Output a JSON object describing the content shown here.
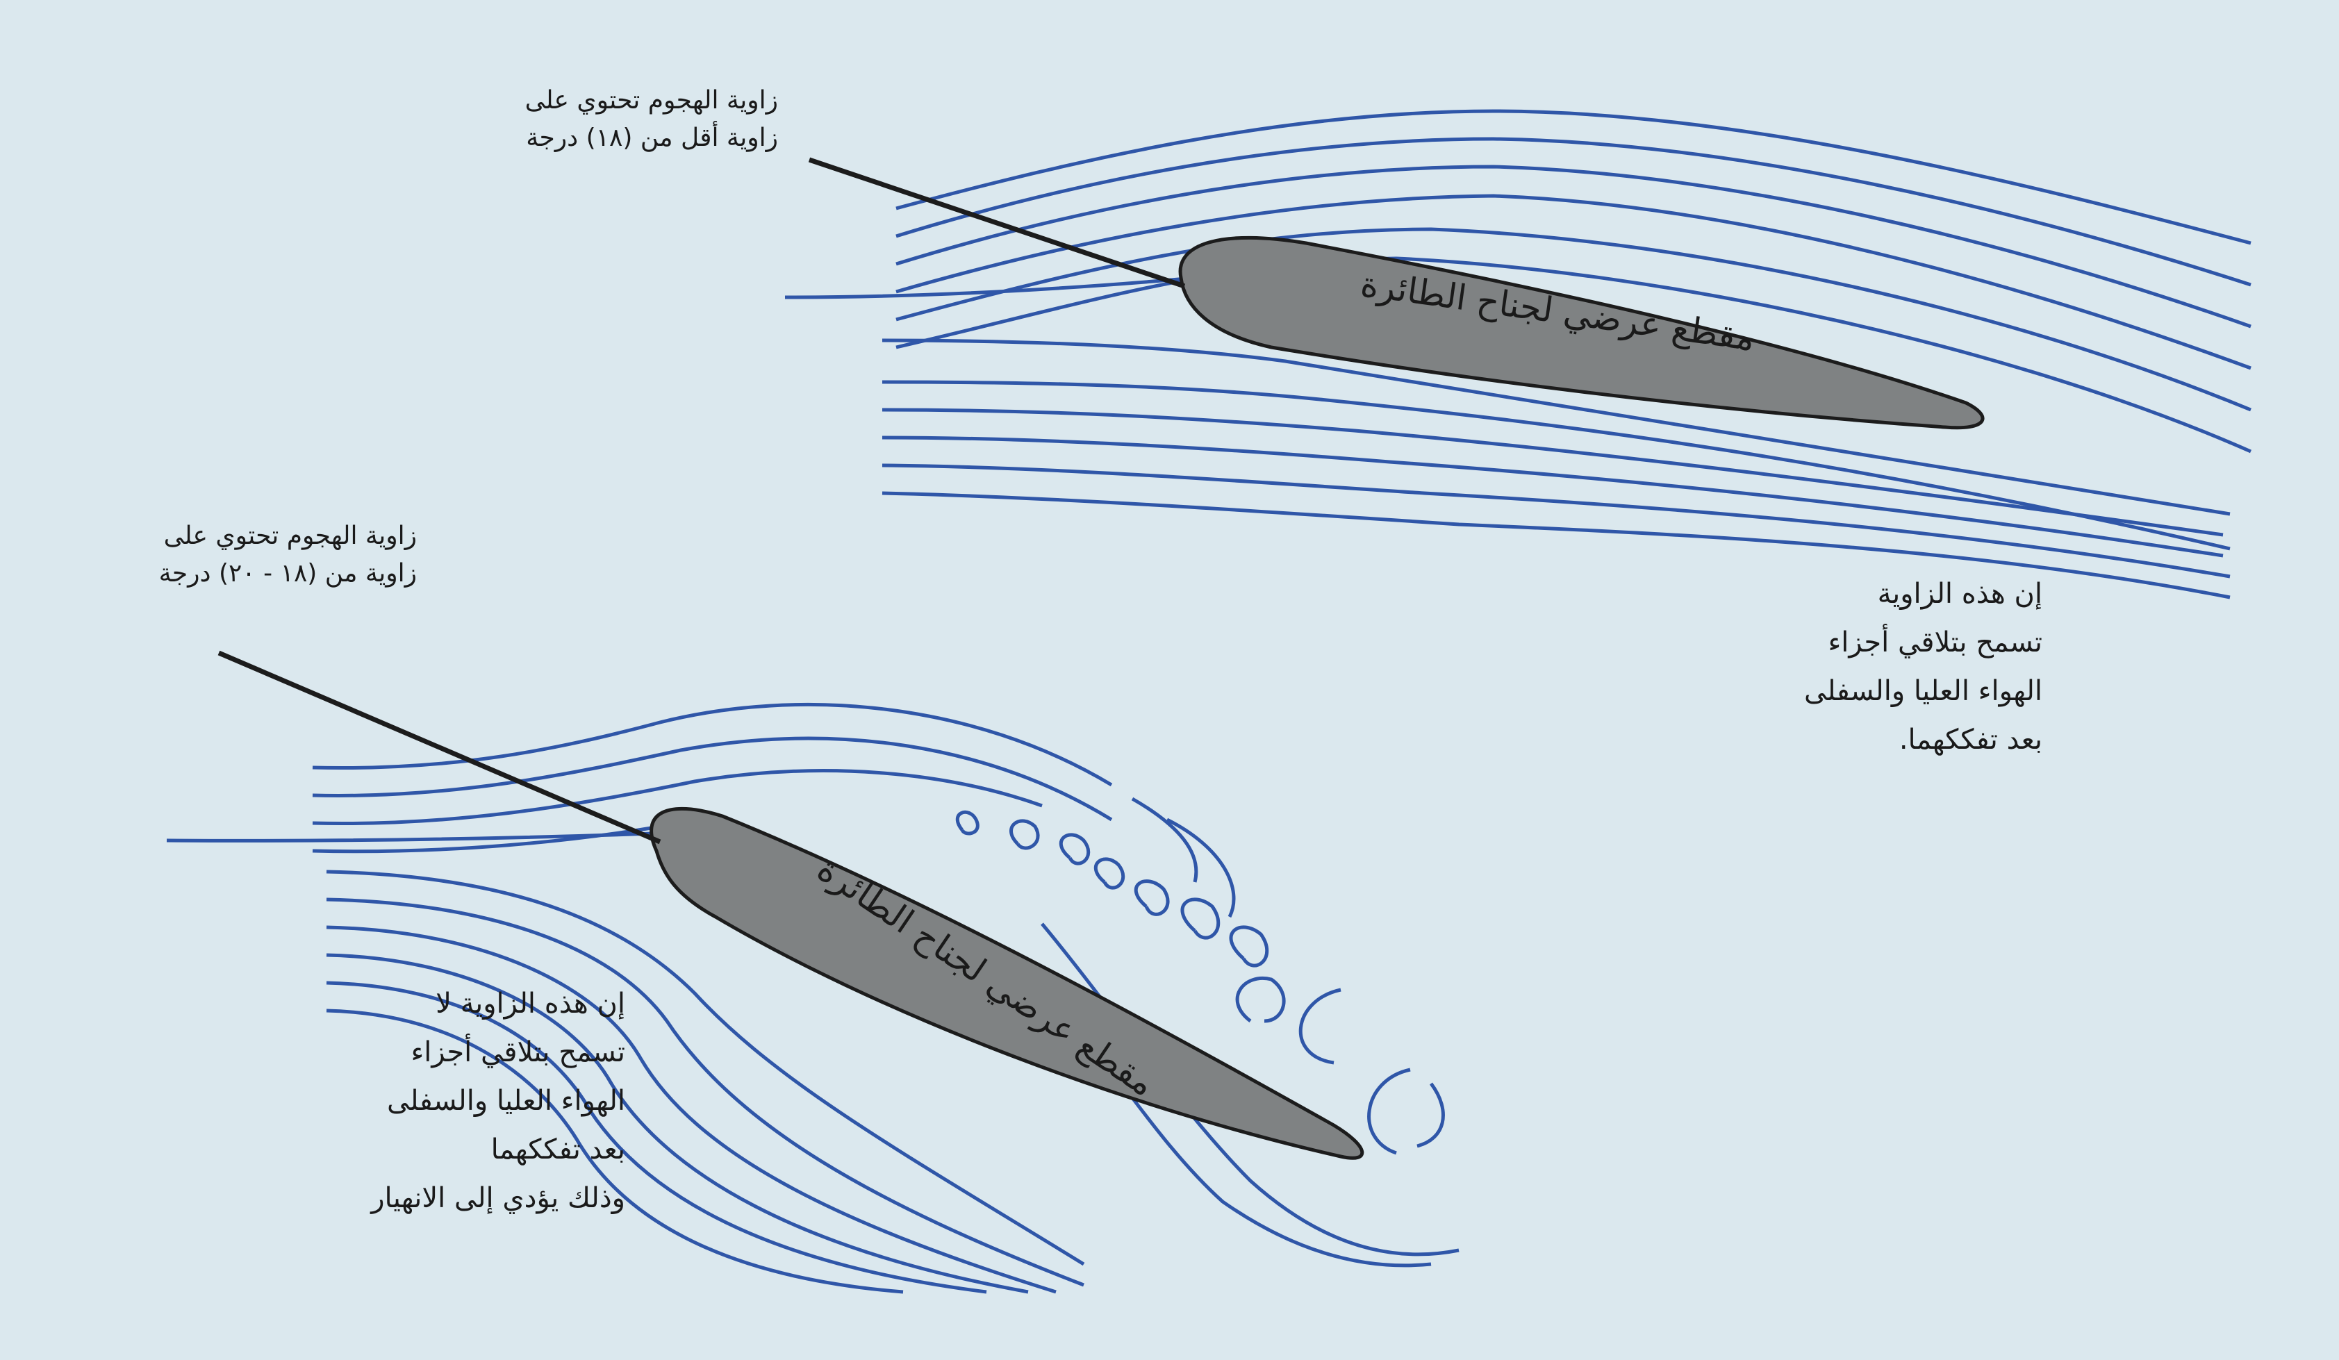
{
  "top_figure": {
    "angle_caption": [
      "زاوية الهجوم تحتوي على",
      "زاوية أقل من (١٨) درجة"
    ],
    "wing_label": "مقطع عرضي لجناح الطائرة",
    "note": [
      "إن هذه الزاوية",
      "تسمح بتلاقي أجزاء",
      "الهواء العليا والسفلى",
      "بعد تفككهما."
    ]
  },
  "bottom_figure": {
    "angle_caption": [
      "زاوية الهجوم تحتوي على",
      "زاوية من (١٨ - ٢٠) درجة"
    ],
    "wing_label": "مقطع عرضي لجناح الطائرة",
    "note": [
      "إن هذه الزاوية لا",
      "تسمح بتلاقي أجزاء",
      "الهواء العليا والسفلى",
      "بعد تفككهما",
      "وذلك يؤدي إلى الانهيار"
    ]
  },
  "colors": {
    "background": "#dbe8ee",
    "streamline": "#2f56a8",
    "wing_fill": "#7f8283",
    "wing_stroke": "#1c1c1c",
    "pointer": "#1c1c1c"
  },
  "icons": [
    "airfoil-shape",
    "streamline-lines",
    "vortex-swirls",
    "angle-pointer-line"
  ]
}
